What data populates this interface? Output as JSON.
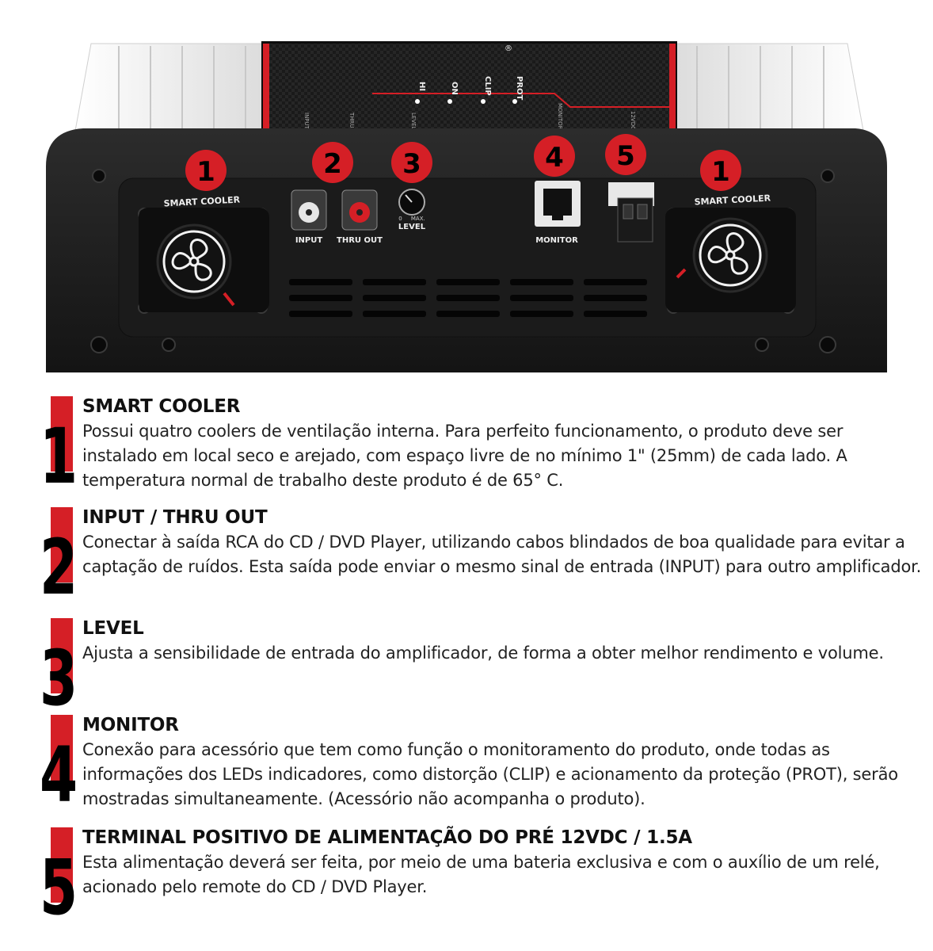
{
  "device": {
    "led_labels": [
      "PROT",
      "CLIP",
      "ON",
      "HI"
    ],
    "top_port_labels": [
      "INPUT",
      "THRU OUT",
      "LEVEL",
      "MONITOR",
      "12VDC"
    ],
    "callouts": [
      "1",
      "2",
      "3",
      "4",
      "5",
      "1"
    ],
    "cooler_label": "SMART COOLER",
    "input_label": "INPUT",
    "thru_out_label": "THRU OUT",
    "level_label": "LEVEL",
    "level_scale": "0     MAX.",
    "monitor_label": "MONITOR",
    "brand_mark": "®",
    "accent_color": "#d51f26"
  },
  "features": [
    {
      "number": "1",
      "title": "SMART COOLER",
      "text": "Possui quatro coolers de ventilação interna. Para perfeito funcionamento, o produto deve ser instalado em local seco e arejado, com espaço livre de no mínimo 1\" (25mm) de cada lado. A temperatura normal de trabalho deste produto é de 65° C."
    },
    {
      "number": "2",
      "title": "INPUT / THRU OUT",
      "text": "Conectar à saída RCA do CD / DVD Player, utilizando cabos blindados de boa qualidade para evitar a captação de ruídos. Esta saída pode enviar o mesmo sinal de entrada (INPUT) para outro amplificador."
    },
    {
      "number": "3",
      "title": "LEVEL",
      "text": "Ajusta a sensibilidade de entrada do amplificador, de forma a obter melhor rendimento e volume."
    },
    {
      "number": "4",
      "title": "MONITOR",
      "text": "Conexão para acessório que tem como função o monitoramento do produto, onde todas as informações dos LEDs indicadores, como distorção (CLIP) e acionamento da proteção (PROT), serão mostradas simultaneamente. (Acessório não acompanha o produto)."
    },
    {
      "number": "5",
      "title": "TERMINAL POSITIVO DE ALIMENTAÇÃO DO PRÉ 12VDC / 1.5A",
      "text": "Esta alimentação deverá ser feita, por meio de uma bateria exclusiva e com o auxílio de um relé, acionado pelo remote do CD / DVD Player."
    }
  ]
}
